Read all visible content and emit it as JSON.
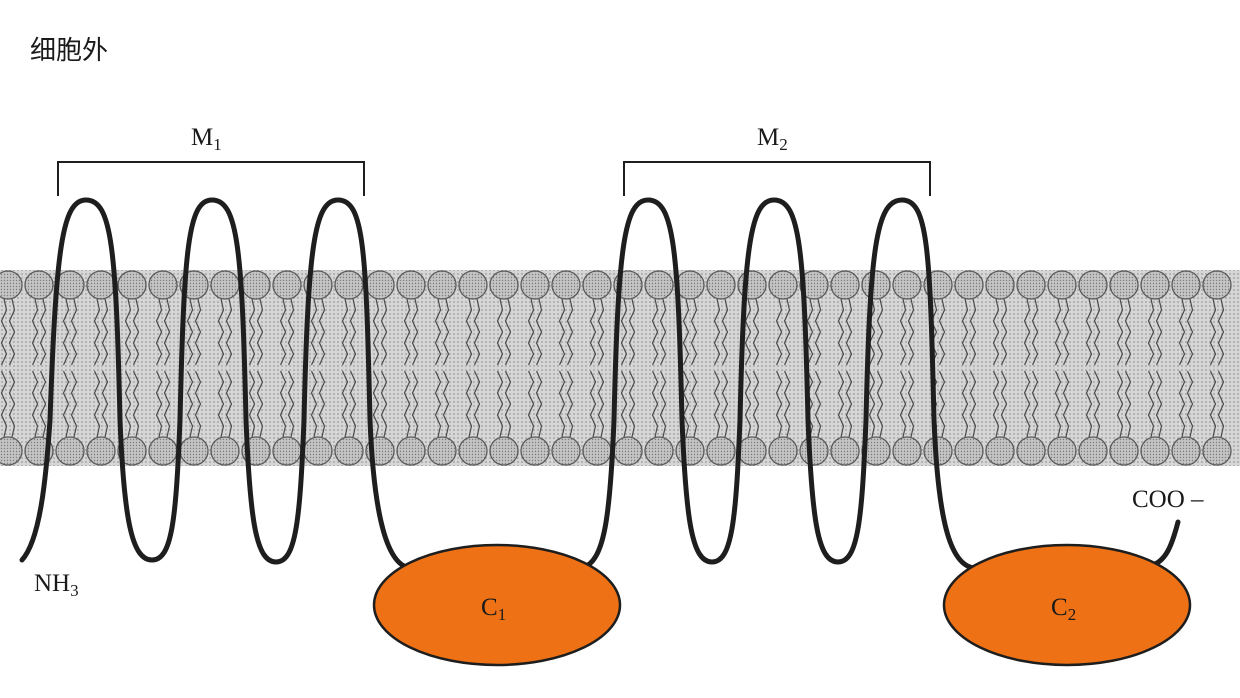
{
  "region_label": "细胞外",
  "domains": [
    {
      "base": "M",
      "sub": "1"
    },
    {
      "base": "M",
      "sub": "2"
    }
  ],
  "n_terminus": {
    "base": "NH",
    "sub": "3"
  },
  "c_terminus": "COO –",
  "cytoplasmic_domains": [
    {
      "base": "C",
      "sub": "1"
    },
    {
      "base": "C",
      "sub": "2"
    }
  ],
  "colors": {
    "membrane_fill": "#cfcfcf",
    "lipid_head": "#bdbdbd",
    "chain": "#1e1e1e",
    "cytoplasmic_domain": "#ee7215"
  }
}
